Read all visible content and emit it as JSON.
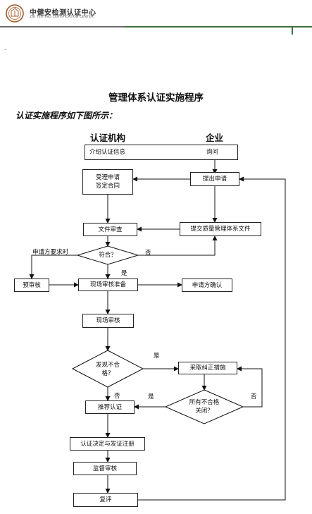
{
  "header": {
    "org_name_cn": "中健安检测认证中心",
    "org_name_en": "ZJA TESTING CERTIFICATION CENTER"
  },
  "document": {
    "title": "管理体系认证实施程序",
    "subtitle": "认证实施程序如下图所示：",
    "corner_mark": "⌄"
  },
  "flowchart": {
    "columns": {
      "left": "认证机构",
      "right": "企业"
    },
    "boxes": {
      "intro_info": "介绍认证信息",
      "inquiry": "询问",
      "submit_application": "提出申请",
      "accept_application": "受理申请\n签定合同",
      "document_review": "文件审查",
      "submit_qms_docs": "提交质量管理体系文件",
      "pre_audit": "预审核",
      "onsite_prep": "现场审核准备",
      "applicant_confirm": "申请方确认",
      "onsite_audit": "现场审核",
      "corrective_action": "采取纠正措施",
      "recommend_cert": "推荐认证",
      "cert_decision": "认证决定与发证注册",
      "surveillance_audit": "监督审核",
      "reassessment": "复评"
    },
    "decisions": {
      "conform": "符合？",
      "nonconformity_found": "发现不合\n格？",
      "all_closed": "所有不合格\n关闭？"
    },
    "edge_labels": {
      "applicant_request": "申请方要求时",
      "no_conform": "否",
      "yes_conform": "是",
      "yes_nonconformity": "是",
      "no_nonconformity": "否",
      "yes_closed": "是",
      "no_closed": "否"
    }
  }
}
